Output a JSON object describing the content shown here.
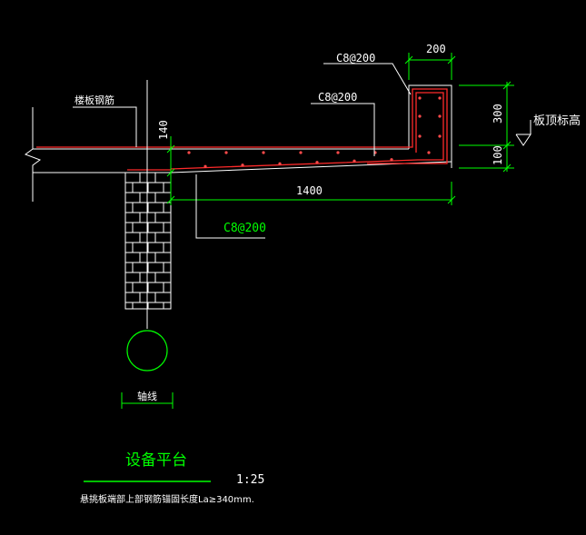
{
  "colors": {
    "background": "#000000",
    "outline": "#ffffff",
    "rebar": "#ff2a2a",
    "dimension": "#00ff00",
    "green_label": "#00ff00",
    "leader": "#ffffff"
  },
  "labels": {
    "slab_rebar_note": "楼板钢筋",
    "rebar_top": "C8@200",
    "rebar_mid": "C8@200",
    "rebar_bottom": "C8@200",
    "slab_top_elev": "板顶标高",
    "axis_label": "轴线",
    "title": "设备平台",
    "scale": "1:25",
    "footnote": "悬挑板端部上部钢筋锚固长度La≥340mm."
  },
  "dimensions": {
    "upturn_width": "200",
    "slab_thickness": "140",
    "overhang_length": "1400",
    "upturn_height": "300",
    "lower_height": "100"
  }
}
